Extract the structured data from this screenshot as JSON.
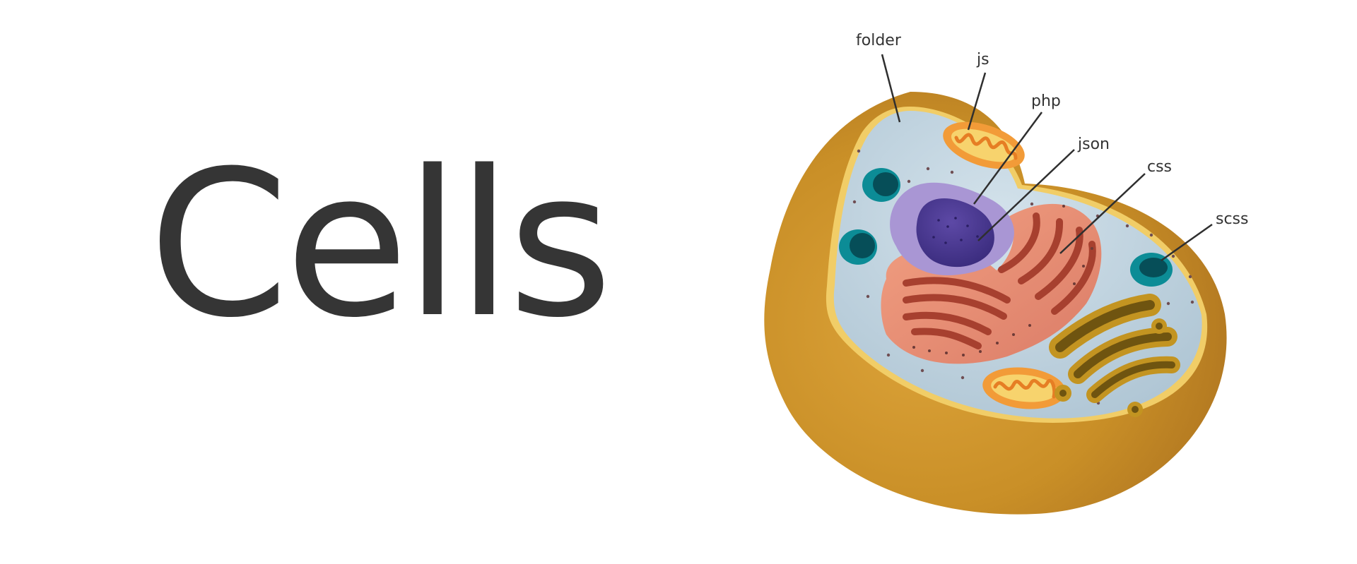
{
  "title": "Cells",
  "labels": {
    "folder": "folder",
    "js": "js",
    "php": "php",
    "json": "json",
    "css": "css",
    "scss": "scss"
  },
  "colors": {
    "title_text": "#353535",
    "label_text": "#333333",
    "leader_line": "#2f2f2f",
    "cell_outer": "#c98f27",
    "cell_rim": "#f1cd67",
    "cytoplasm": "#b8ccda",
    "nucleus_envelope": "#a996d4",
    "nucleus_core": "#4d3b93",
    "rough_er": "#e98c72",
    "er_lines": "#a7402f",
    "mitochondria_outer": "#f29b38",
    "mitochondria_inner": "#f7d36d",
    "vesicle": "#087f8c",
    "golgi": "#b78819",
    "golgi_inner": "#6f5410"
  }
}
